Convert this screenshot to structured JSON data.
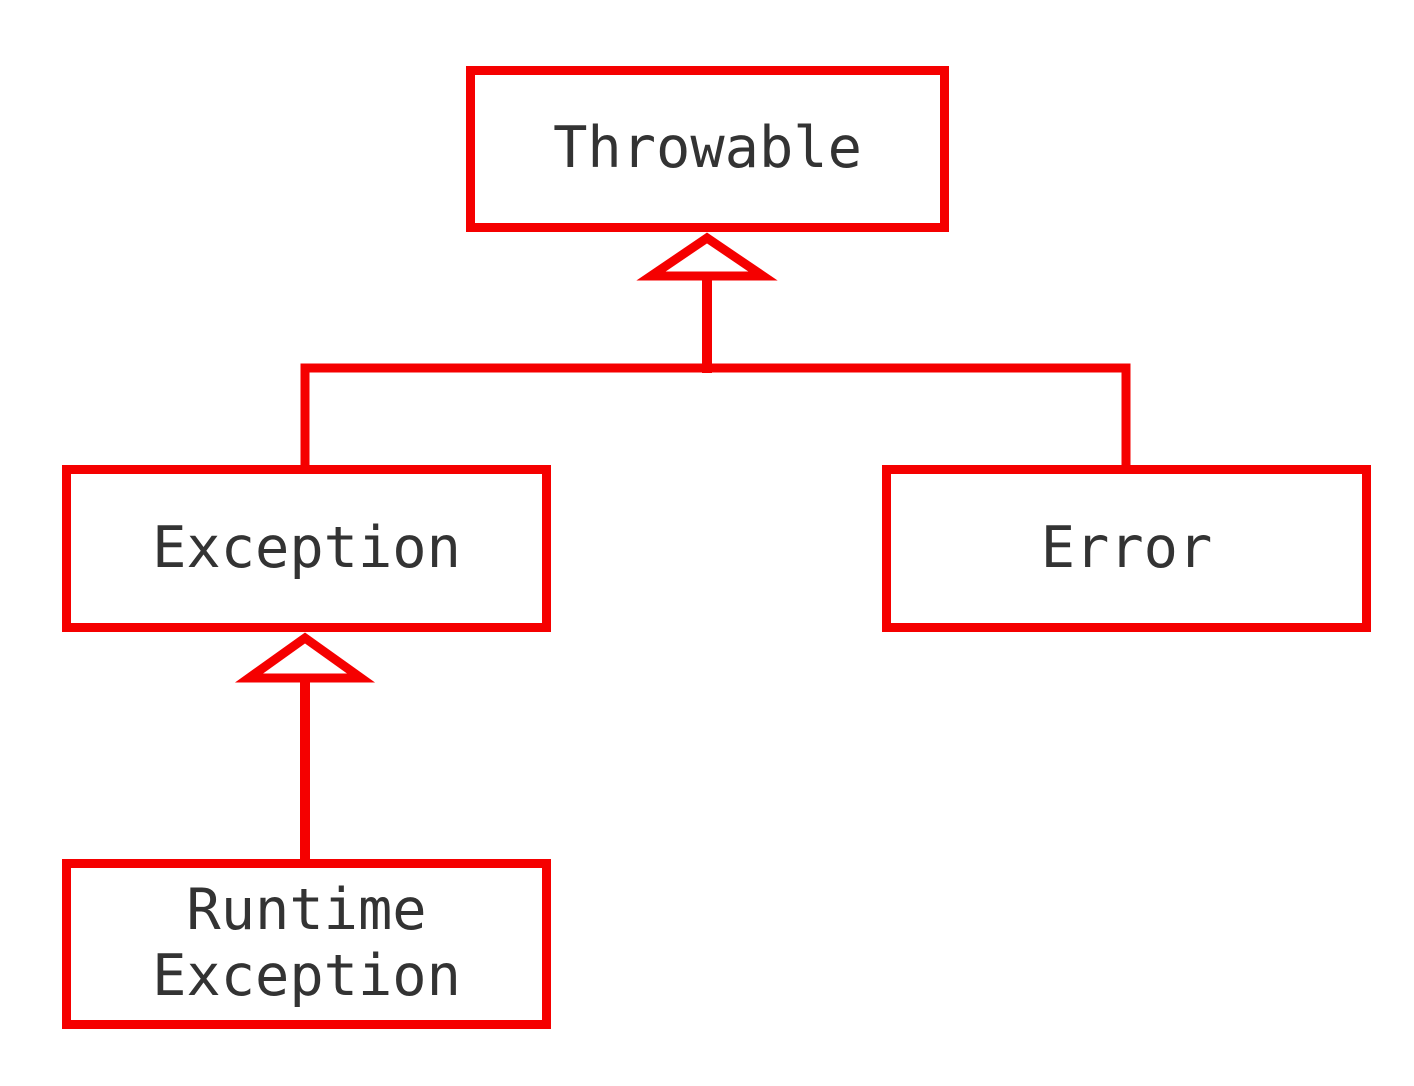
{
  "diagram": {
    "type": "class-hierarchy",
    "nodes": [
      {
        "id": "throwable",
        "label": "Throwable"
      },
      {
        "id": "exception",
        "label": "Exception"
      },
      {
        "id": "error",
        "label": "Error"
      },
      {
        "id": "runtime-exception",
        "label": "Runtime\nException"
      }
    ],
    "edges": [
      {
        "from": "exception",
        "to": "throwable",
        "type": "generalization",
        "arrowhead": "hollow-triangle"
      },
      {
        "from": "error",
        "to": "throwable",
        "type": "generalization",
        "arrowhead": "hollow-triangle"
      },
      {
        "from": "runtime-exception",
        "to": "exception",
        "type": "generalization",
        "arrowhead": "hollow-triangle"
      }
    ],
    "colors": {
      "line": "#f50000",
      "node_border": "#f50000",
      "node_fill": "#ffffff",
      "text": "#333333",
      "background": "#ffffff"
    }
  }
}
